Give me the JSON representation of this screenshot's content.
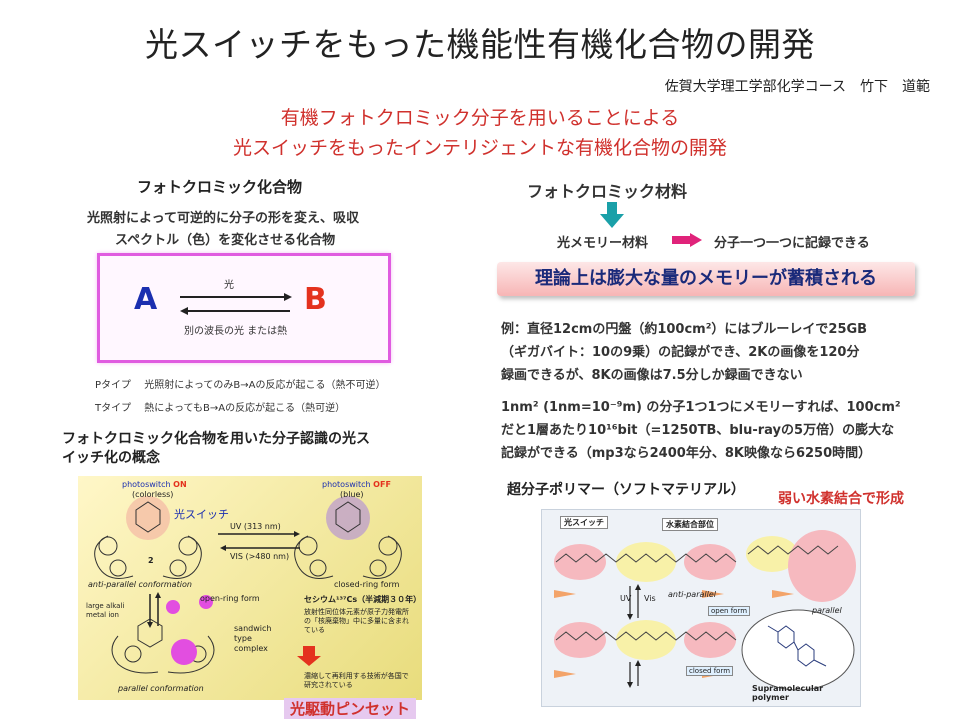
{
  "header": {
    "title": "光スイッチをもった機能性有機化合物の開発",
    "author": "佐賀大学理工学部化学コース　竹下　道範",
    "subtitle_line1": "有機フォトクロミック分子を用いることによる",
    "subtitle_line2": "光スイッチをもったインテリジェントな有機化合物の開発"
  },
  "left": {
    "section1_title": "フォトクロミック化合物",
    "section1_desc1": "光照射によって可逆的に分子の形を変え、吸収",
    "section1_desc2": "スペクトル（色）を変化させる化合物",
    "scheme": {
      "a": "A",
      "b": "B",
      "top_label": "光",
      "bottom_label": "別の波長の光 または熱"
    },
    "types": [
      {
        "name": "Pタイプ",
        "desc": "光照射によってのみB→Aの反応が起こる（熱不可逆）"
      },
      {
        "name": "Tタイプ",
        "desc": "熱によってもB→Aの反応が起こる（熱可逆）"
      }
    ],
    "section2_title1": "フォトクロミック化合物を用いた分子認識の光ス",
    "section2_title2": "イッチ化の概念",
    "figure": {
      "on_label_a": "photoswitch",
      "on_label_b": "ON",
      "on_sub": "(colorless)",
      "off_label_a": "photoswitch",
      "off_label_b": "OFF",
      "off_sub": "(blue)",
      "switch_label": "光スイッチ",
      "uv": "UV (313 nm)",
      "vis": "VIS (>480 nm)",
      "compound_no": "2",
      "anti_parallel": "anti-parallel conformation",
      "closed_ring": "closed-ring form",
      "open_ring": "open-ring form",
      "alkali": "large alkali metal ion",
      "sandwich": "sandwich type complex",
      "parallel": "parallel conformation",
      "cesium": "セシウム¹³⁷Cs（半減期３０年）",
      "cesium_note": "放射性同位体元素が原子力発電所の「核廃棄物」中に多量に含まれている",
      "recycle": "濃縮して再利用する技術が各国で研究されている"
    },
    "stamp": "光駆動ピンセット"
  },
  "right": {
    "material_title": "フォトクロミック材料",
    "optical_memory": "光メモリー材料",
    "record": "分子一つ一つに記録できる",
    "banner": "理論上は膨大な量のメモリーが蓄積される",
    "example_line1": "例：直径12cmの円盤（約100cm²）にはブルーレイで25GB",
    "example_line2": "（ギガバイト：10の9乗）の記録ができ、2Kの画像を120分",
    "example_line3": "録画できるが、8Kの画像は7.5分しか録画できない",
    "calc_line1": "1nm² (1nm=10⁻⁹m) の分子1つ1つにメモリーすれば、100cm²",
    "calc_line2": "だと1層あたり10¹⁶bit（=1250TB、blu-rayの5万倍）の膨大な",
    "calc_line3": "記録ができる（mp3なら2400年分、8K映像なら6250時間）",
    "polymer_title": "超分子ポリマー（ソフトマテリアル）",
    "hbond": "弱い水素結合で形成",
    "figure": {
      "switch_box": "光スイッチ",
      "hbond_box": "水素結合部位",
      "uv": "UV",
      "vis": "Vis",
      "anti_parallel": "anti-parallel",
      "parallel": "parallel",
      "open_form": "open form",
      "closed_form": "closed form",
      "supra": "Supramolecular polymer"
    }
  }
}
